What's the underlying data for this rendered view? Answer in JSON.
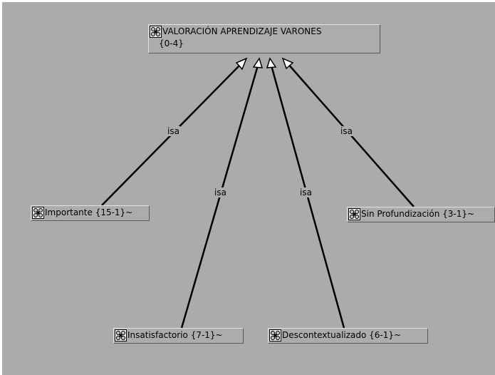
{
  "diagram": {
    "root": {
      "title": "VALORACIÓN APRENDIZAJE VARONES",
      "range": "{0-4}",
      "icon": "concept-cluster-icon"
    },
    "children": [
      {
        "id": "importante",
        "label": "Importante {15-1}~",
        "icon": "concept-cluster-icon"
      },
      {
        "id": "insatisfactorio",
        "label": "Insatisfactorio {7-1}~",
        "icon": "concept-cluster-icon"
      },
      {
        "id": "descontextualizado",
        "label": "Descontextualizado {6-1}~",
        "icon": "concept-cluster-icon"
      },
      {
        "id": "sin-profundizacion",
        "label": "Sin Profundización {3-1}~",
        "icon": "concept-cluster-icon"
      }
    ],
    "relation_label": "isa",
    "edges": [
      {
        "from": "importante",
        "to": "root",
        "label": "isa"
      },
      {
        "from": "insatisfactorio",
        "to": "root",
        "label": "isa"
      },
      {
        "from": "descontextualizado",
        "to": "root",
        "label": "isa"
      },
      {
        "from": "sin-profundizacion",
        "to": "root",
        "label": "isa"
      }
    ],
    "colors": {
      "background": "#ababab",
      "node_fill": "#acacac",
      "edge": "#000000"
    }
  }
}
